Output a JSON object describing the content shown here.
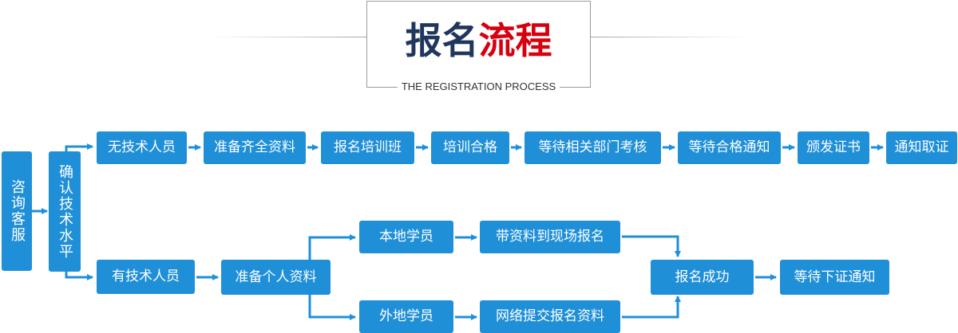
{
  "header": {
    "title_part1": "报名",
    "title_part2": "流程",
    "subtitle": "THE REGISTRATION PROCESS"
  },
  "colors": {
    "box_fill": "#1f8fd8",
    "connector": "#1f8fd8",
    "title_dark": "#20365d",
    "title_red": "#d6000f"
  },
  "steps": {
    "consult": "咨询客服",
    "confirm": "确认技术水平",
    "no_skill": "无技术人员",
    "prepare_all": "准备齐全资料",
    "enroll_class": "报名培训班",
    "pass_training": "培训合格",
    "await_review": "等待相关部门考核",
    "await_pass": "等待合格通知",
    "issue_cert": "颁发证书",
    "notify_collect": "通知取证",
    "has_skill": "有技术人员",
    "prepare_personal": "准备个人资料",
    "local": "本地学员",
    "onsite": "带资料到现场报名",
    "nonlocal": "外地学员",
    "online": "网络提交报名资料",
    "success": "报名成功",
    "await_cert": "等待下证通知"
  }
}
